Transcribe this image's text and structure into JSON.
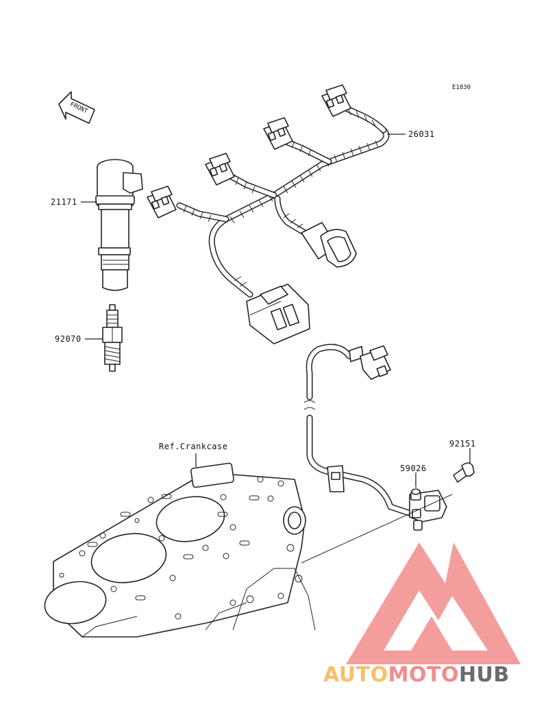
{
  "diagram": {
    "code": "E1830",
    "front_label": "FRONT",
    "ref_label": "Ref.Crankcase",
    "parts": [
      {
        "number": "26031"
      },
      {
        "number": "21171"
      },
      {
        "number": "92070"
      },
      {
        "number": "92151"
      },
      {
        "number": "59026"
      }
    ]
  },
  "watermark": {
    "part1": "AUTO",
    "part2": "MOTO",
    "part3": "HUB",
    "color_primary": "#f28c8c",
    "color_secondary": "#f6c06a",
    "color_dark": "#6a6a6a"
  }
}
